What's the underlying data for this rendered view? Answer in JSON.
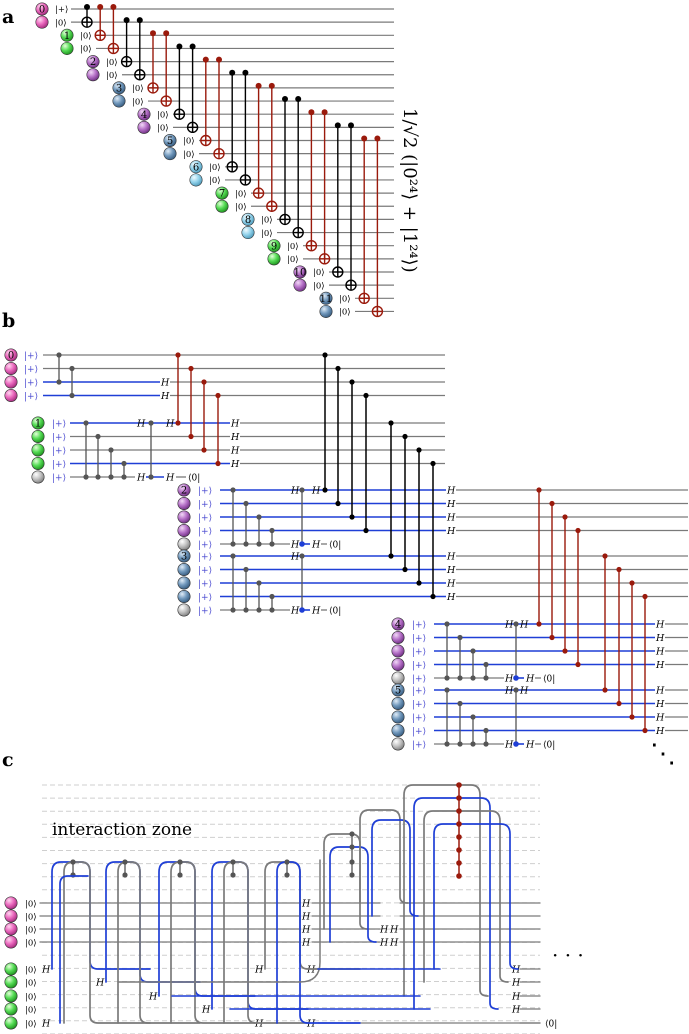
{
  "panels": {
    "a": {
      "label": "a",
      "state_formula": "1/√2 (|0²⁴⟩ + |1²⁴⟩)",
      "init_first": "|+⟩",
      "init_other": "|0⟩",
      "qubit_ids": [
        "0",
        "1",
        "2",
        "3",
        "4",
        "5",
        "6",
        "7",
        "8",
        "9",
        "10",
        "11"
      ]
    },
    "b": {
      "label": "b",
      "plus": "|+⟩",
      "gate_h": "H",
      "measure": "⟨0|",
      "qubit_ids": [
        "0",
        "1",
        "2",
        "3",
        "4",
        "5"
      ],
      "ellipsis": "⋱"
    },
    "c": {
      "label": "c",
      "zone_label": "interaction zone",
      "ket0": "|0⟩",
      "gate_h": "H",
      "measure": "⟨0|",
      "ellipsis": "· · ·"
    }
  },
  "colors": {
    "wire": "#7a7a7a",
    "wire_blue": "#1f3fd6",
    "cnot_black": "#000000",
    "cnot_red": "#9a1a0c",
    "magenta": "#e060b0",
    "green": "#4cd64c",
    "purple": "#b26cc4",
    "steel": "#6f93b8",
    "lightblue": "#8fd0ea",
    "grey_ball": "#bdbdbd",
    "ket_blue": "#4a4ad0",
    "dash": "#cfcfcf"
  }
}
